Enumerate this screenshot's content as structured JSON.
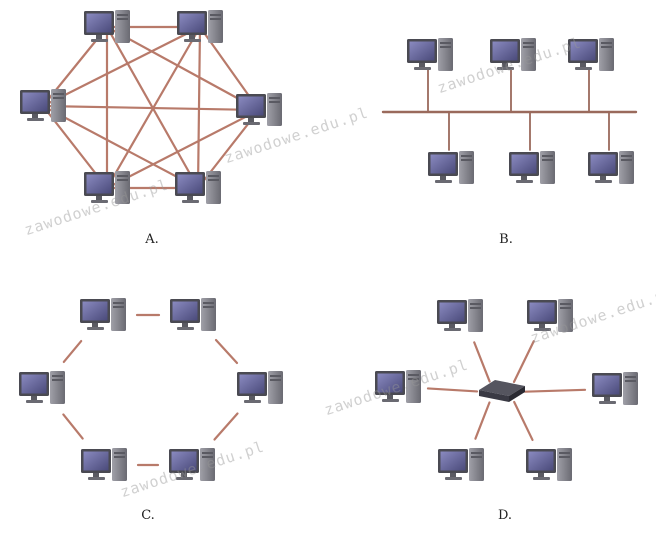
{
  "diagrams": [
    {
      "id": "A",
      "caption": "A.",
      "topology": "mesh"
    },
    {
      "id": "B",
      "caption": "B.",
      "topology": "bus"
    },
    {
      "id": "C",
      "caption": "C.",
      "topology": "ring"
    },
    {
      "id": "D",
      "caption": "D.",
      "topology": "star"
    }
  ],
  "watermark": "zawodowe.edu.pl",
  "colors": {
    "link": "#b87a6a",
    "bus": "#9a6a5c",
    "monitor_bezel": "#4a4a52",
    "screen": "#6a6a9a",
    "tower": "#8a8a92",
    "switch": "#3a3a44"
  },
  "icons": [
    "computer-icon",
    "switch-icon"
  ]
}
